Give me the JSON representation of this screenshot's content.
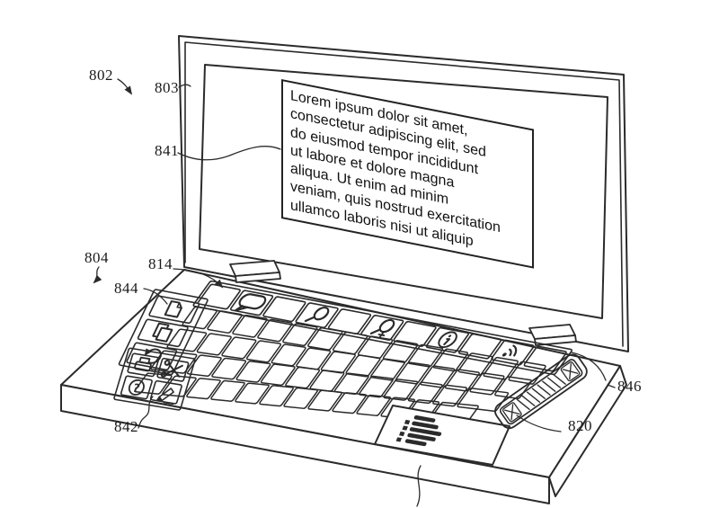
{
  "figure": {
    "type": "patent-line-drawing",
    "subject": "laptop computer with touch-screen keyboard deck"
  },
  "labels": {
    "802": "802",
    "803": "803",
    "841": "841",
    "804": "804",
    "814": "814",
    "844": "844",
    "842": "842",
    "846": "846",
    "820": "820"
  },
  "screen": {
    "textbox": {
      "lines": [
        "Lorem ipsum dolor sit amet,",
        "consectetur adipiscing elit, sed",
        "do eiusmod tempor incididunt",
        "ut labore et dolore magna",
        "aliqua. Ut enim ad minim",
        "veniam, quis nostrud exercitation",
        "ullamco laboris nisi ut aliquip"
      ]
    }
  },
  "keyboard": {
    "touchbar_icons": [
      "speech-bubble",
      "magnifier",
      "magnifier-plus",
      "info",
      "wifi"
    ],
    "left_column_icons": [
      "document",
      "copy",
      "undo-arrow"
    ],
    "corner_icons": [
      "printer",
      "scissors",
      "help",
      "pencil"
    ],
    "trackpad_glyph": "bullet-list",
    "scrubber_strip": "hatched-slider-with-end-crosses"
  },
  "colors": {
    "ink": "#2b2b2b",
    "paper": "#ffffff"
  }
}
